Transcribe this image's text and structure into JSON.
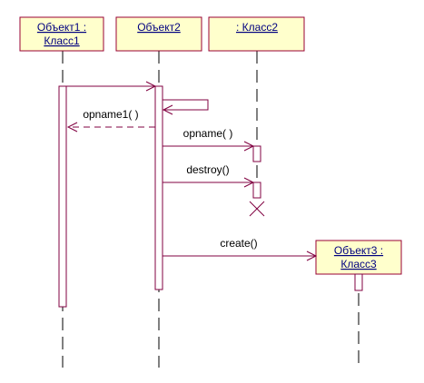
{
  "objects": {
    "obj1": {
      "line1": "Объект1 :",
      "line2": "Класс1"
    },
    "obj2": {
      "line1": "Объект2"
    },
    "klass2": {
      "line1": ": Класс2"
    },
    "obj3": {
      "line1": "Объект3 :",
      "line2": "Класс3"
    }
  },
  "messages": {
    "m1_label": "opname1( )",
    "m2_label": "opname( )",
    "m3_label": "destroy()",
    "m4_label": "create()"
  },
  "colors": {
    "box_fill": "#ffffcc",
    "box_border": "#990033",
    "object_text": "#000080",
    "message_line": "#800040"
  }
}
